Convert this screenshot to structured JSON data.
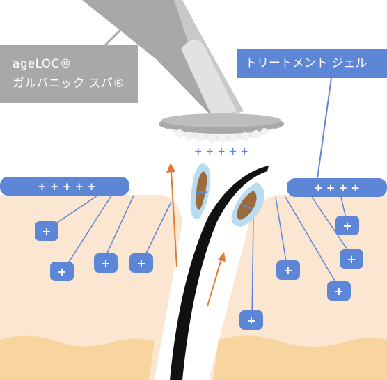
{
  "labels": {
    "device_line1": "ageLOC®",
    "device_line2": "ガルバニック スパ®",
    "gel": "トリートメント ジェル"
  },
  "symbols": {
    "plus": "+",
    "plus_row_device": "+ + + + +",
    "plus_row_left": "+ + + + +",
    "plus_row_right": "+ + + +"
  },
  "colors": {
    "device_gray": "#a8a8a8",
    "gel_blue": "#5d86d6",
    "skin_light": "#fbe6d2",
    "skin_deep": "#f8d49e",
    "hair": "#111111",
    "sebum": "#9c6b3c",
    "pore_glow": "#b9dcf0",
    "arrow_orange": "#e07a36"
  }
}
